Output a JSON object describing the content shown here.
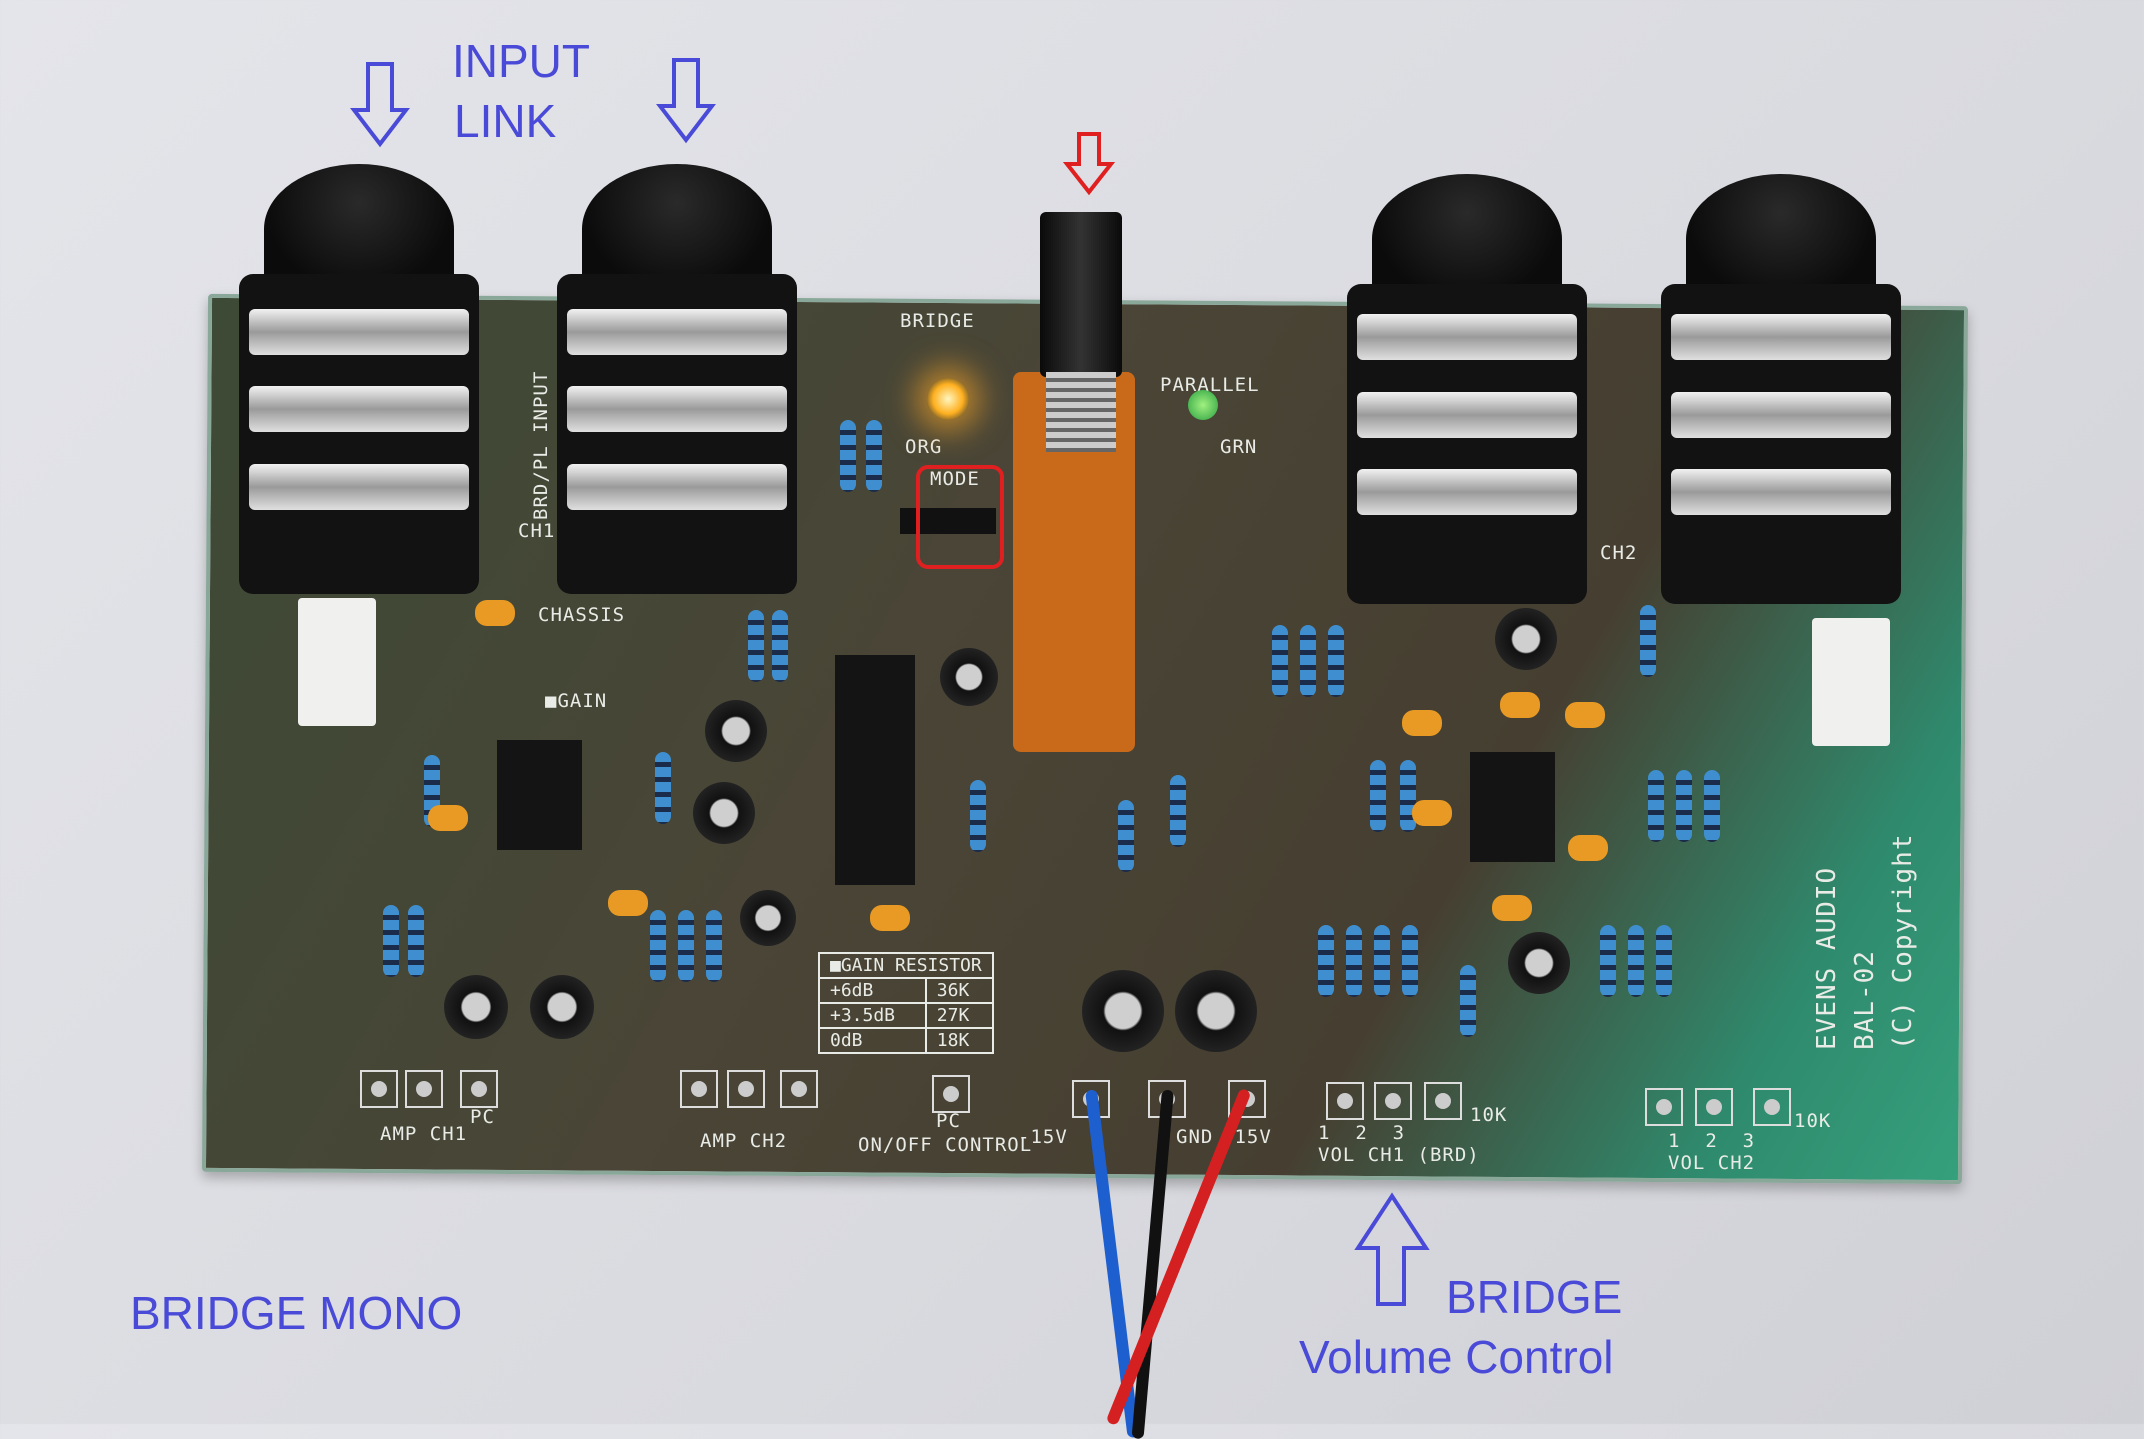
{
  "annotations": {
    "input": "INPUT",
    "link": "LINK",
    "bridge_mono": "BRIDGE MONO",
    "bridge": "BRIDGE",
    "volume_control": "Volume Control"
  },
  "colors": {
    "annotation_blue": "#4a4ad8",
    "annotation_red": "#e02020",
    "board_green": "#35a07c"
  },
  "board": {
    "maker": "EVENS AUDIO",
    "model": "BAL-02",
    "copyright": "(C) Copyright",
    "mode_label": "MODE",
    "bridge_led": "BRIDGE",
    "parallel_led": "PARALLEL",
    "org": "ORG",
    "grn": "GRN",
    "chassis": "CHASSIS",
    "gain": "■GAIN",
    "input_label": "BRD/PL INPUT",
    "ch1": "CH1",
    "ch2": "CH2",
    "amp_ch1": "AMP CH1",
    "amp_ch2": "AMP CH2",
    "pc": "PC",
    "on_off": "ON/OFF CONTROL",
    "minus15": "-15V",
    "gnd": "GND",
    "plus15": "+15V",
    "vol_ch1": "1  2  3\nVOL CH1 (BRD)",
    "vol_ch2": "1  2  3\nVOL CH2",
    "ten_k": "10K",
    "gain_table": {
      "header": "■GAIN RESISTOR",
      "rows": [
        [
          "+6dB",
          "36K"
        ],
        [
          "+3.5dB",
          "27K"
        ],
        [
          "0dB",
          "18K"
        ]
      ]
    }
  }
}
